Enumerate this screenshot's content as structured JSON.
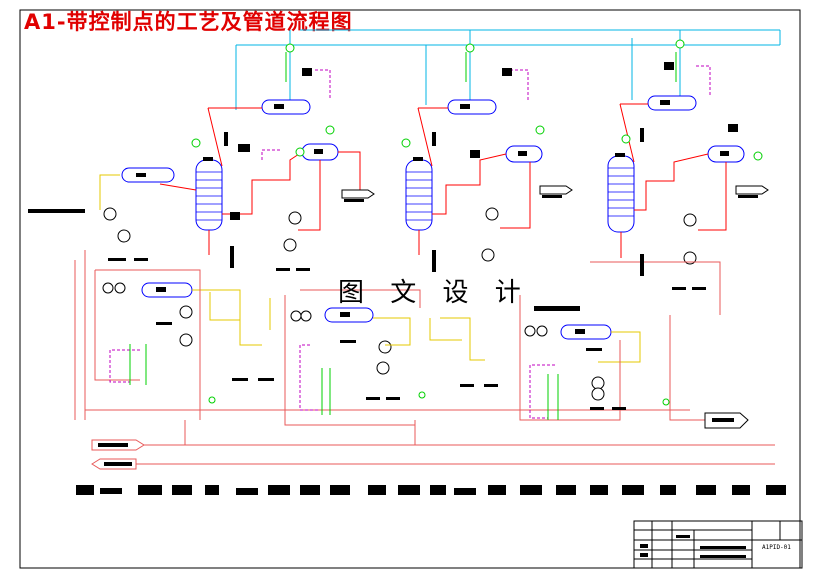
{
  "title": "A1-带控制点的工艺及管道流程图",
  "watermark": "图 文 设 计",
  "title_block": {
    "drawing_code": "A1PID-01"
  },
  "colors": {
    "title_red": "#e00000",
    "steam_red": "#ff0000",
    "cooling_cyan": "#00b4e6",
    "instrument_green": "#00d000",
    "signal_magenta": "#c000c0",
    "yellow_line": "#e6c800",
    "equipment_blue": "#0000ff",
    "utility_salmon": "#e85a5a"
  },
  "icons": [
    "column-icon",
    "condenser-icon",
    "reboiler-icon",
    "pump-icon",
    "valve-icon",
    "reflux-drum-icon",
    "arrow-tag-icon"
  ]
}
